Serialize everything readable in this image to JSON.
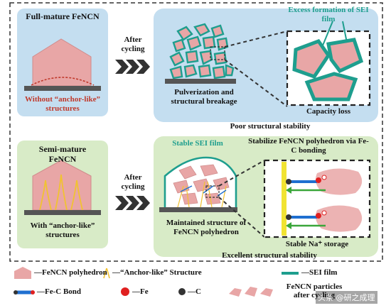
{
  "colors": {
    "panel_top": "#c4def0",
    "panel_bottom": "#d8ebc7",
    "particle": "#e8a6a6",
    "particle_stroke": "#c46a6a",
    "sei": "#1e9e8e",
    "anchor": "#f1c232",
    "substrate": "#555555",
    "red_text": "#c0392b",
    "arrow_dark": "#333333",
    "green_arrow": "#3aa63a",
    "fe": "#e02020",
    "c": "#333333",
    "bond_blue": "#1f6fd0"
  },
  "top": {
    "left_title": "Full-mature FeNCN",
    "left_caption": "Without “anchor-like” structures",
    "cycling_label": "After cycling",
    "pulverization_caption": "Pulverization and structural breakage",
    "sei_callout": "Excess formation of SEI film",
    "capacity_loss": "Capacity loss",
    "stability": "Poor structural stability"
  },
  "bottom": {
    "left_title": "Semi-mature FeNCN",
    "left_caption": "With “anchor-like” structures",
    "cycling_label": "After cycling",
    "stable_sei": "Stable SEI film",
    "stabilize_note": "Stabilize FeNCN polyhedron via Fe-C bonding",
    "maintained_caption": "Maintained structure of FeNCN polyhedron",
    "na_storage": "Stable Na⁺ storage",
    "stability": "Excellent structural stability"
  },
  "legend": {
    "polyhedron": "—FeNCN polyhedron",
    "anchor": "—“Anchor-like” Structure",
    "sei": "—SEI film",
    "bond": "—Fe-C Bond",
    "fe": "—Fe",
    "c": "—C",
    "particles": "FeNCN particles after cycling",
    "watermark": "头条 @研之成理"
  }
}
